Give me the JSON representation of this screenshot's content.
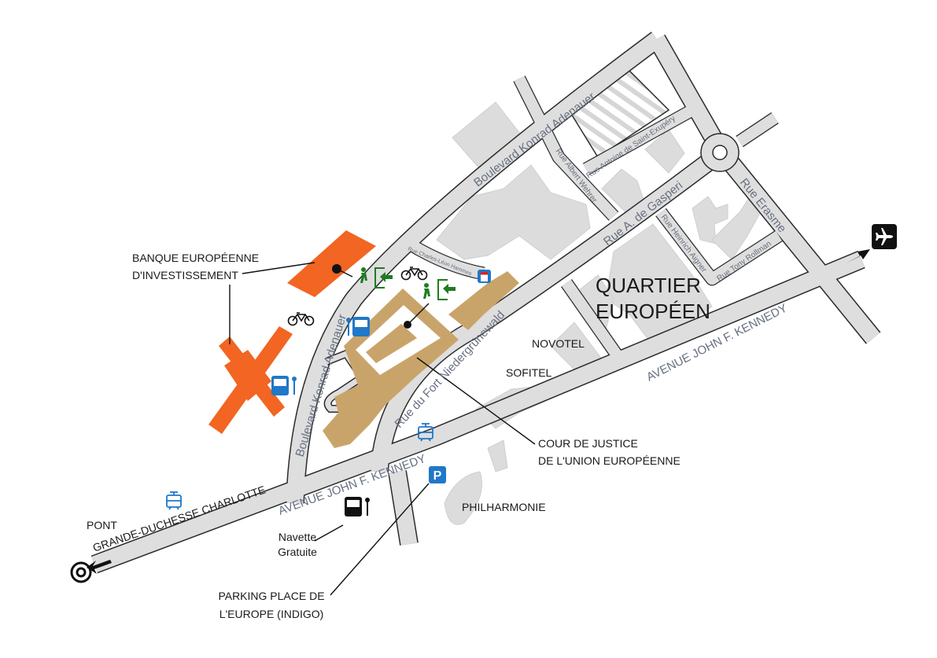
{
  "colors": {
    "road": "#dedede",
    "outline": "#2b2b2b",
    "building": "#dcdcdc",
    "bei": "#f26522",
    "court": "#c9a46a",
    "transit": "#1f78c8",
    "access": "#1e7d1e"
  },
  "places": {
    "bei_line1": "BANQUE EUROPÉENNE",
    "bei_line2": "D'INVESTISSEMENT",
    "quartier_line1": "QUARTIER",
    "quartier_line2": "EUROPÉEN",
    "novotel": "NOVOTEL",
    "sofitel": "SOFITEL",
    "court_line1": "COUR DE JUSTICE",
    "court_line2": "DE L'UNION EUROPÉENNE",
    "philharmonie": "PHILHARMONIE",
    "pont_line1": "PONT",
    "pont_line2": "GRANDE-DUCHESSE CHARLOTTE",
    "navette_line1": "Navette",
    "navette_line2": "Gratuite",
    "parking_line1": "PARKING PLACE DE",
    "parking_line2": "L'EUROPE (INDIGO)"
  },
  "streets": {
    "jfk_left": "AVENUE JOHN F. KENNEDY",
    "jfk_right": "AVENUE JOHN F. KENNEDY",
    "adenauer_top": "Boulevard Konrad Adenauer",
    "adenauer_left": "Boulevard Konrad Adenauer",
    "fort": "Rue du Fort Niedergrünewald",
    "gasperi": "Rue A. de Gasperi",
    "erasme": "Rue Erasme",
    "wehrer": "Rue Albert Wehrer",
    "exupery": "Rue Antoine de Saint-Exupéry",
    "aigner": "Rue Heinrich Aigner",
    "rollman": "Rue Tony Rollman",
    "hammes": "Rue Charles-Léon Hammes"
  },
  "icons": {
    "parking": "P",
    "airport": "airplane-icon",
    "city": "target-icon"
  }
}
